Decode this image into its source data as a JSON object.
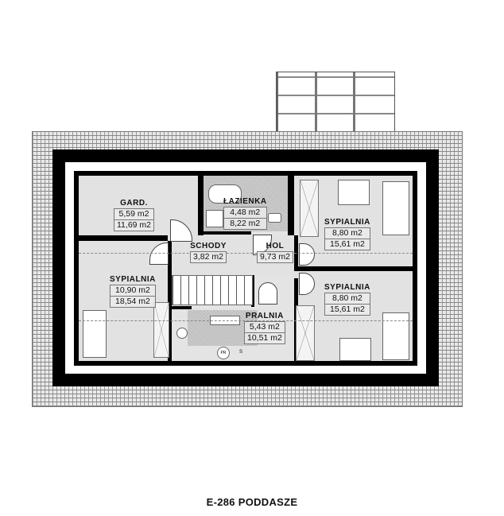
{
  "caption": "E-286 PODDASZE",
  "rooms": {
    "gard": {
      "name": "GARD.",
      "area_usable": "5,59 m2",
      "area_total": "11,69 m2"
    },
    "lazienka": {
      "name": "ŁAZIENKA",
      "area_usable": "4,48 m2",
      "area_total": "8,22 m2"
    },
    "sypialnia_ne": {
      "name": "SYPIALNIA",
      "area_usable": "8,80 m2",
      "area_total": "15,61 m2"
    },
    "schody": {
      "name": "SCHODY",
      "area_usable": "3,82 m2"
    },
    "hol": {
      "name": "HOL",
      "area_usable": "9,73 m2"
    },
    "sypialnia_w": {
      "name": "SYPIALNIA",
      "area_usable": "10,90 m2",
      "area_total": "18,54 m2"
    },
    "sypialnia_se": {
      "name": "SYPIALNIA",
      "area_usable": "8,80 m2",
      "area_total": "15,61 m2"
    },
    "pralnia": {
      "name": "PRALNIA",
      "area_usable": "5,43 m2",
      "area_total": "10,51 m2"
    }
  },
  "appliances": {
    "washer": "PR",
    "dryer": "S"
  },
  "colors": {
    "wall": "#000000",
    "floor": "#e2e2e2",
    "wet_room": "#c9c9c9",
    "roof_hatch": "#888888"
  }
}
